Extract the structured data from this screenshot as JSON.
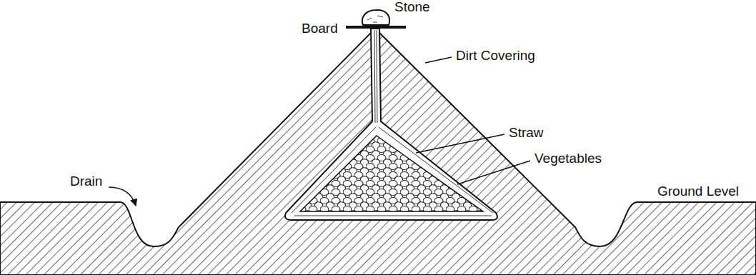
{
  "diagram": {
    "labels": [
      "Stone",
      "Board",
      "Dirt Covering",
      "Straw",
      "Vegetables",
      "Drain",
      "Ground Level"
    ]
  }
}
